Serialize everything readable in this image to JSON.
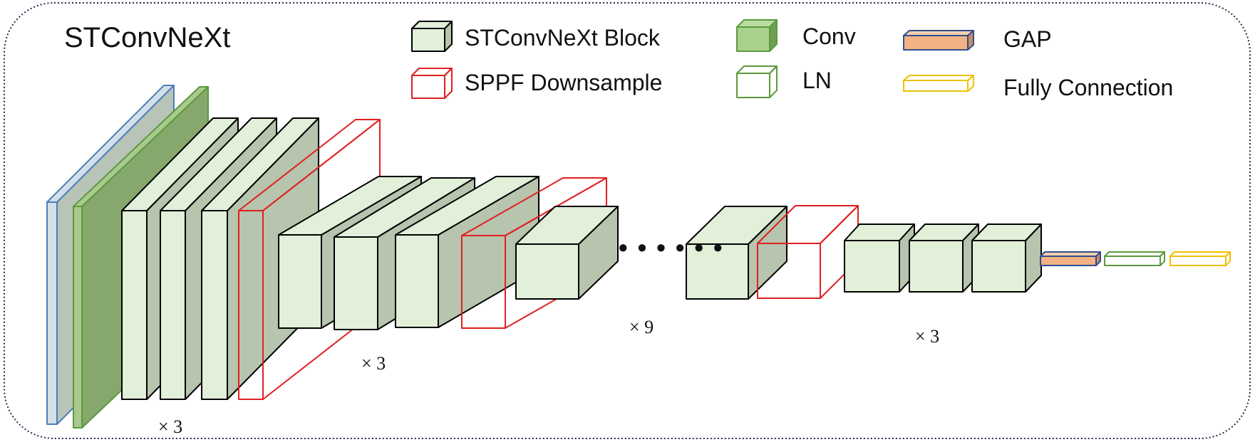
{
  "title": "STConvNeXt",
  "legend": [
    {
      "key": "block",
      "label": "STConvNeXt   Block"
    },
    {
      "key": "sppf",
      "label": "SPPF   Downsample"
    },
    {
      "key": "conv",
      "label": "Conv"
    },
    {
      "key": "ln",
      "label": "LN"
    },
    {
      "key": "gap",
      "label": "GAP"
    },
    {
      "key": "fc",
      "label": "Fully  Connection"
    }
  ],
  "stages": [
    {
      "repeat_label": "× 3"
    },
    {
      "repeat_label": "× 3"
    },
    {
      "repeat_label": "× 9"
    },
    {
      "repeat_label": "× 3"
    }
  ],
  "ellipsis": "• • • • • •",
  "colors": {
    "block_front": "#e2efd9",
    "block_side": "#b7c4ae",
    "conv_front": "#86a86d",
    "conv_edge": "#5a9a3c",
    "input_front": "#d4e0e8",
    "input_edge": "#4a7ebb",
    "sppf_edge": "#e02020",
    "ln_edge": "#5a9a3c",
    "gap_fill": "#f4b183",
    "gap_edge": "#2f4f8f",
    "fc_edge": "#f0c000",
    "border": "#1f2d4d"
  }
}
